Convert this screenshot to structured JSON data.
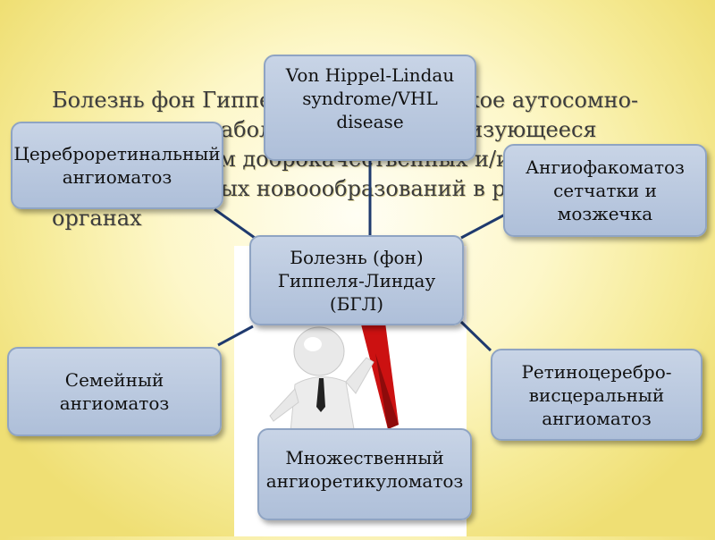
{
  "background_text": "Болезнь фон Гиппеля-Линдау — редкое аутосомно-доминантное заболевание, характеризующееся формированием доброкачественных и/или злокачественных новоообразований в различных органах",
  "nodes": {
    "vhl": "Von Hippel-Lindau syndrome/VHL disease",
    "cerebro": "Цереброретинальный ангиоматоз",
    "angio": "Ангиофакоматоз сетчатки и мозжечка",
    "center": "Болезнь (фон) Гиппеля-Линдау (БГЛ)",
    "family": "Семейный ангиоматоз",
    "retino": "Ретиноцеребро-висцеральный ангиоматоз",
    "multi": "Множественный ангиоретикуломатоз"
  },
  "colors": {
    "node_fill": "#b4c4dc",
    "node_border": "#8fa4c3",
    "connector": "#1f3a6e",
    "tie_red": "#cc1111"
  }
}
